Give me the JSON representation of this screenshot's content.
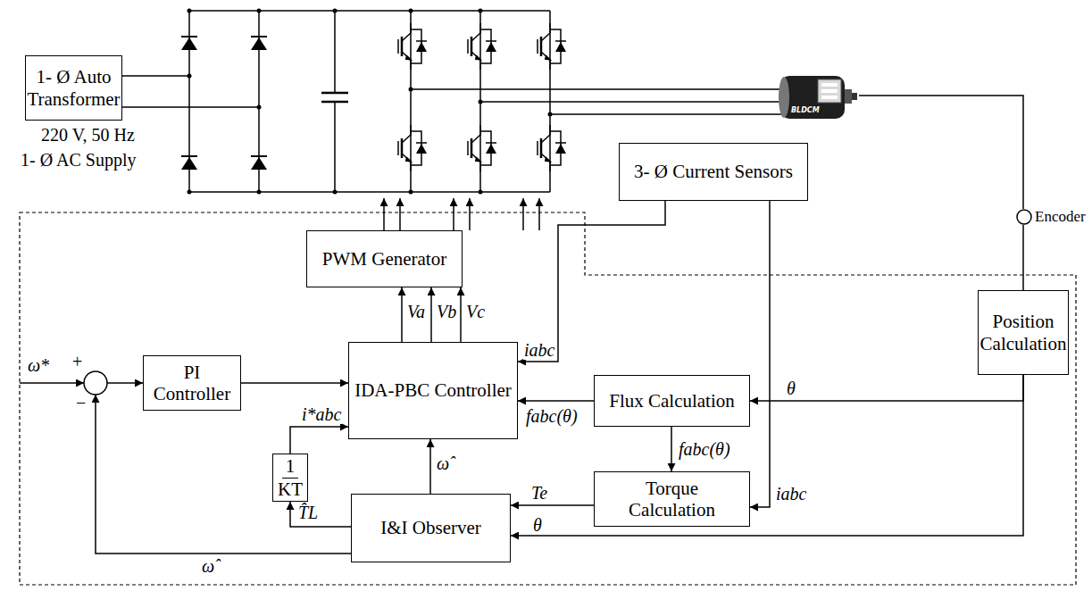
{
  "diagram": {
    "nodes": [
      {
        "text": [
          "1- Ø Auto Transformer"
        ]
      },
      {
        "text": [
          "BLDCM"
        ]
      },
      {
        "text": [
          "3- Ø Current Sensors"
        ]
      },
      {
        "text": [
          "Encoder"
        ]
      },
      {
        "text": [
          "PWM Generator"
        ]
      },
      {
        "text": [
          "Position Calculation"
        ]
      },
      {
        "text": [
          "PI Controller"
        ]
      },
      {
        "text": [
          "IDA-PBC Controller"
        ]
      },
      {
        "text": [
          "Flux Calculation"
        ]
      },
      {
        "text": [
          "1",
          "KT"
        ]
      },
      {
        "text": [
          "Torque Calculation"
        ]
      },
      {
        "text": [
          "I&I Observer"
        ]
      }
    ],
    "edges": [
      {
        "from": 7,
        "to": 4,
        "label": "Va",
        "arrow": "to"
      },
      {
        "from": 7,
        "to": 4,
        "label": "Vb",
        "arrow": "to"
      },
      {
        "from": 7,
        "to": 4,
        "label": "Vc",
        "arrow": "to"
      },
      {
        "from": 6,
        "to": 7,
        "arrow": "to"
      },
      {
        "from": 2,
        "to": 7,
        "label": "iabc",
        "arrow": "to"
      },
      {
        "from": 2,
        "to": 10,
        "label": "iabc",
        "arrow": "to"
      },
      {
        "from": 8,
        "to": 7,
        "label": "fabc(θ)",
        "arrow": "to"
      },
      {
        "from": 8,
        "to": 10,
        "label": "fabc(θ)",
        "arrow": "to"
      },
      {
        "from": 10,
        "to": 11,
        "label": "Te",
        "arrow": "to"
      },
      {
        "from": 5,
        "to": 8,
        "label": "θ",
        "arrow": "to"
      },
      {
        "from": 5,
        "to": 11,
        "label": "θ",
        "arrow": "to"
      },
      {
        "from": 3,
        "to": 5,
        "arrow": "none"
      },
      {
        "from": 1,
        "to": 3,
        "arrow": "none"
      },
      {
        "from": 11,
        "to": 7,
        "label": "ω̂",
        "arrow": "to"
      },
      {
        "from": 11,
        "to": 9,
        "label": "T̂L",
        "arrow": "to"
      },
      {
        "from": 9,
        "to": 7,
        "label": "i*abc",
        "arrow": "to"
      }
    ],
    "labels": [
      "220 V, 50 Hz",
      "1- Ø AC Supply",
      "ω*",
      "+",
      "−",
      "ω̂"
    ]
  }
}
